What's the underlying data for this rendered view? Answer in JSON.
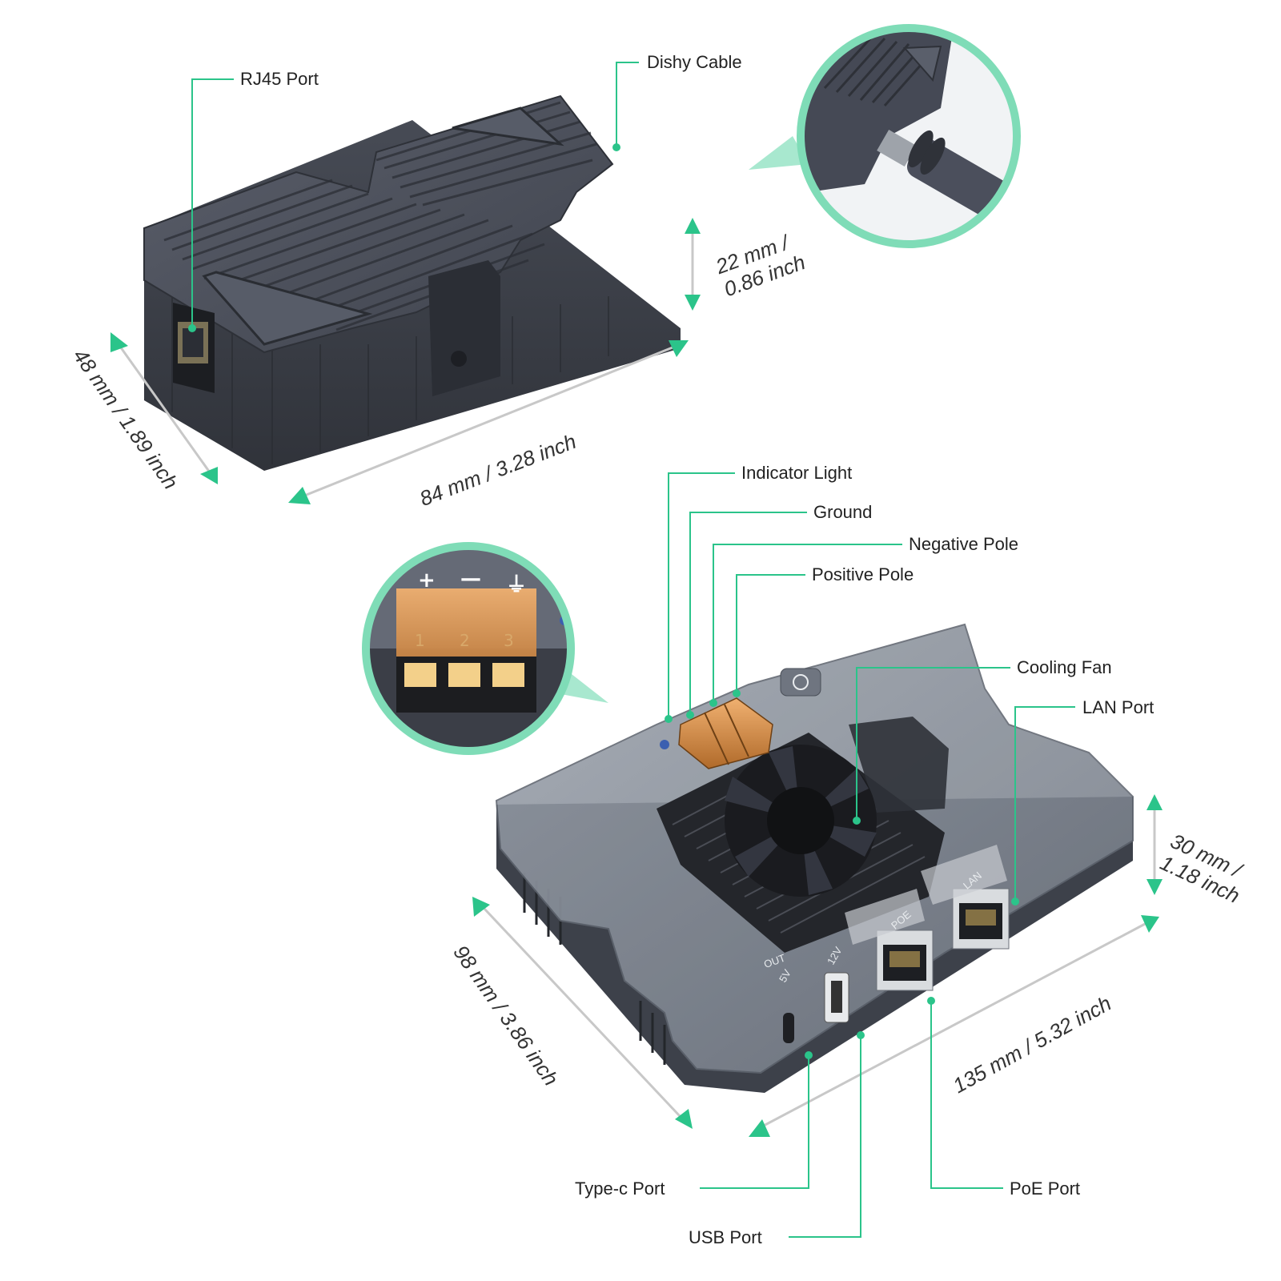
{
  "callouts": {
    "rj45_port": "RJ45 Port",
    "dishy_cable": "Dishy Cable",
    "indicator_light": "Indicator Light",
    "ground": "Ground",
    "negative_pole": "Negative Pole",
    "positive_pole": "Positive Pole",
    "cooling_fan": "Cooling Fan",
    "lan_port": "LAN Port",
    "type_c_port": "Type-c Port",
    "usb_port": "USB Port",
    "poe_port": "PoE Port"
  },
  "dimensions": {
    "small_height": [
      "22 mm /",
      "0.86 inch"
    ],
    "small_width": "48 mm / 1.89 inch",
    "small_length": "84 mm / 3.28 inch",
    "large_height": [
      "30 mm /",
      "1.18 inch"
    ],
    "large_width": "98 mm / 3.86 inch",
    "large_length": "135 mm / 5.32 inch"
  },
  "terminal_marks": {
    "plus": "+",
    "minus": "—",
    "ground": "⏚"
  },
  "terminal_numbers": [
    "1",
    "2",
    "3"
  ],
  "silkscreen": {
    "lan": "LAN",
    "poe": "POE",
    "out": "OUT",
    "v5": "5V",
    "v12": "12V"
  },
  "colors": {
    "accent": "#2bc48a",
    "device": "#4a4e5a",
    "zoom_ring": "#7fdcb7"
  }
}
